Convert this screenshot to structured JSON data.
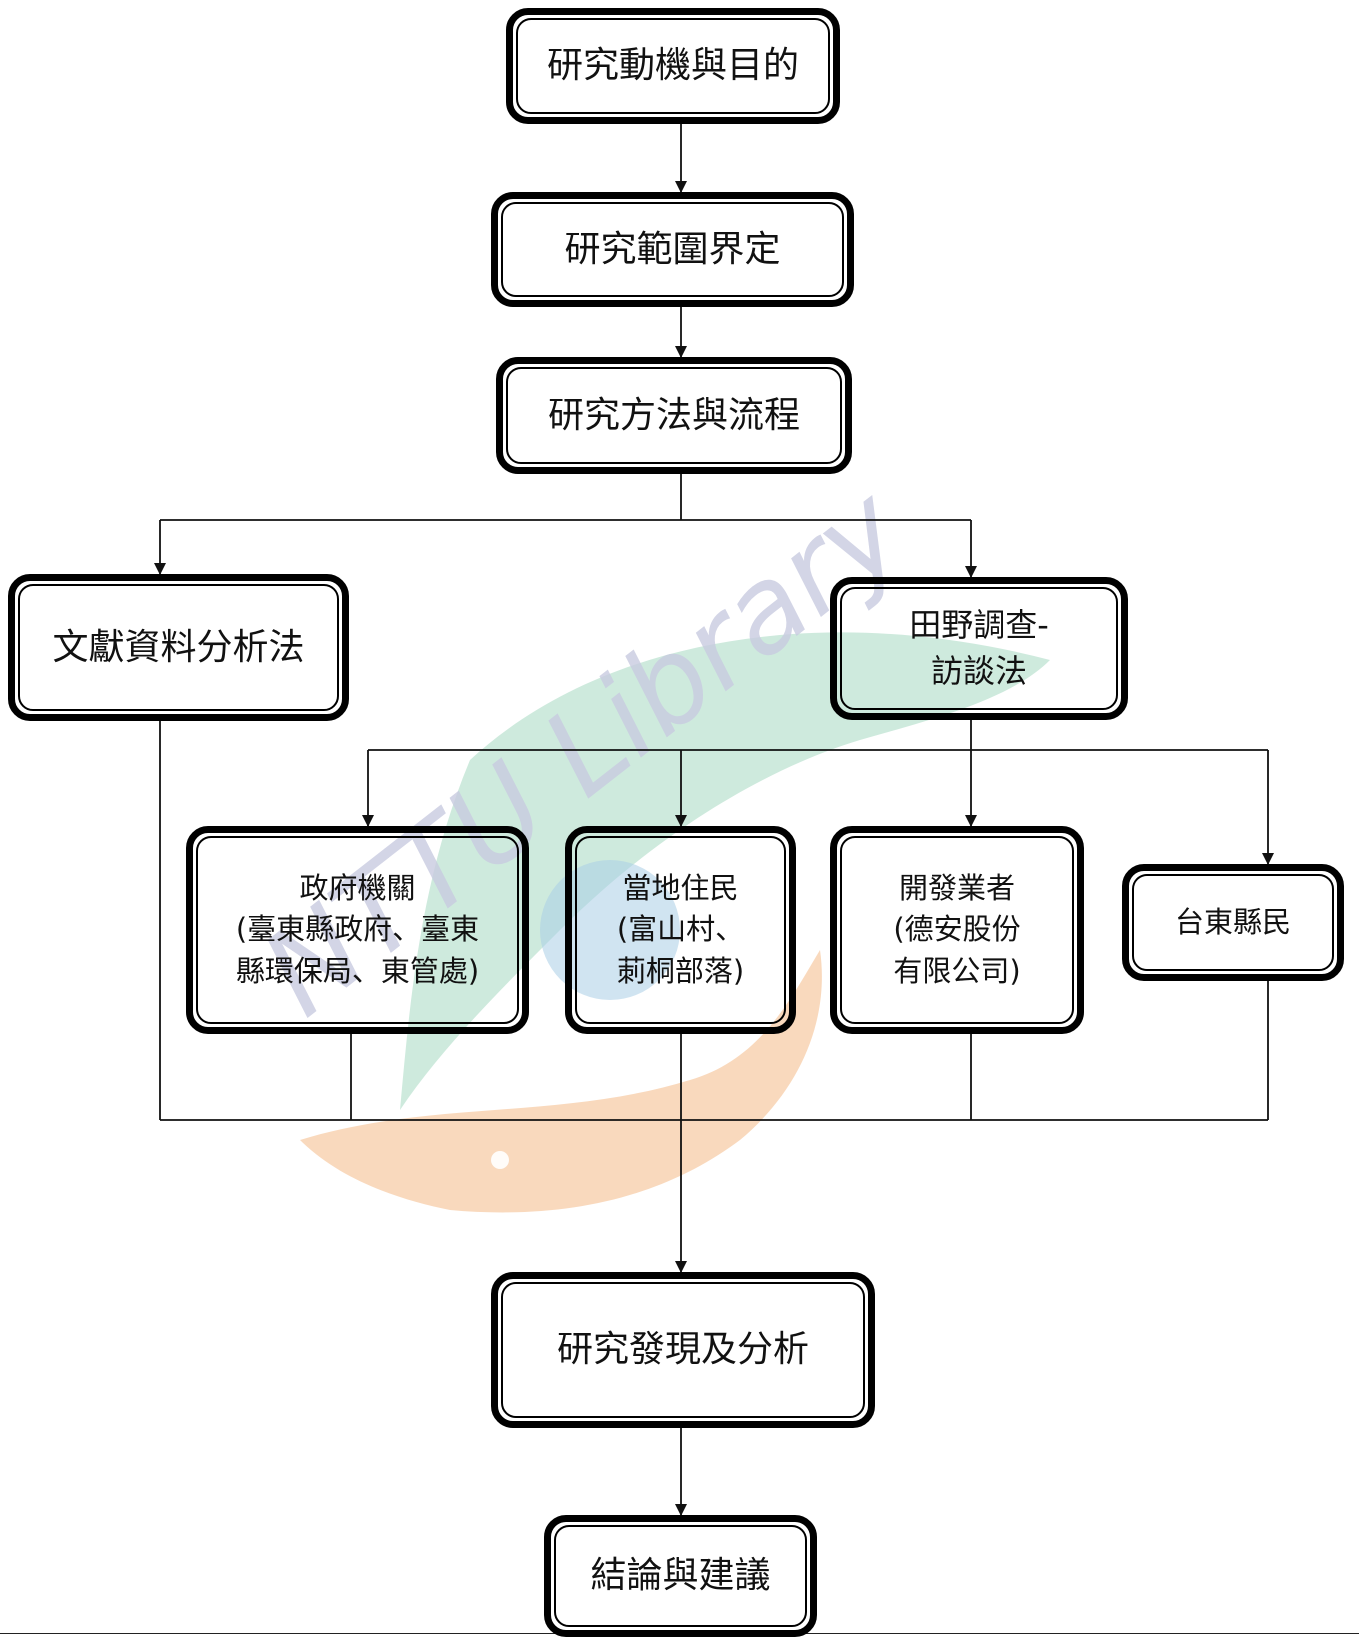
{
  "nodes": {
    "motivation": "研究動機與目的",
    "scope": "研究範圍界定",
    "methods": "研究方法與流程",
    "literature": "文獻資料分析法",
    "fieldwork": [
      "田野調查-",
      "訪談法"
    ],
    "government": [
      "政府機關",
      "(臺東縣政府、臺東",
      "縣環保局、東管處)"
    ],
    "residents": [
      "當地住民",
      "(富山村、",
      "莿桐部落)"
    ],
    "developer": [
      "開發業者",
      "(德安股份",
      "有限公司)"
    ],
    "taitung_residents": "台東縣民",
    "findings": "研究發現及分析",
    "conclusion": "結論與建議"
  },
  "watermark": {
    "text": "NTTU Library",
    "colors": {
      "text": "#c7c9df",
      "green": "#bfe3d3",
      "orange": "#f7cfae",
      "blue": "#a9cde6"
    }
  }
}
